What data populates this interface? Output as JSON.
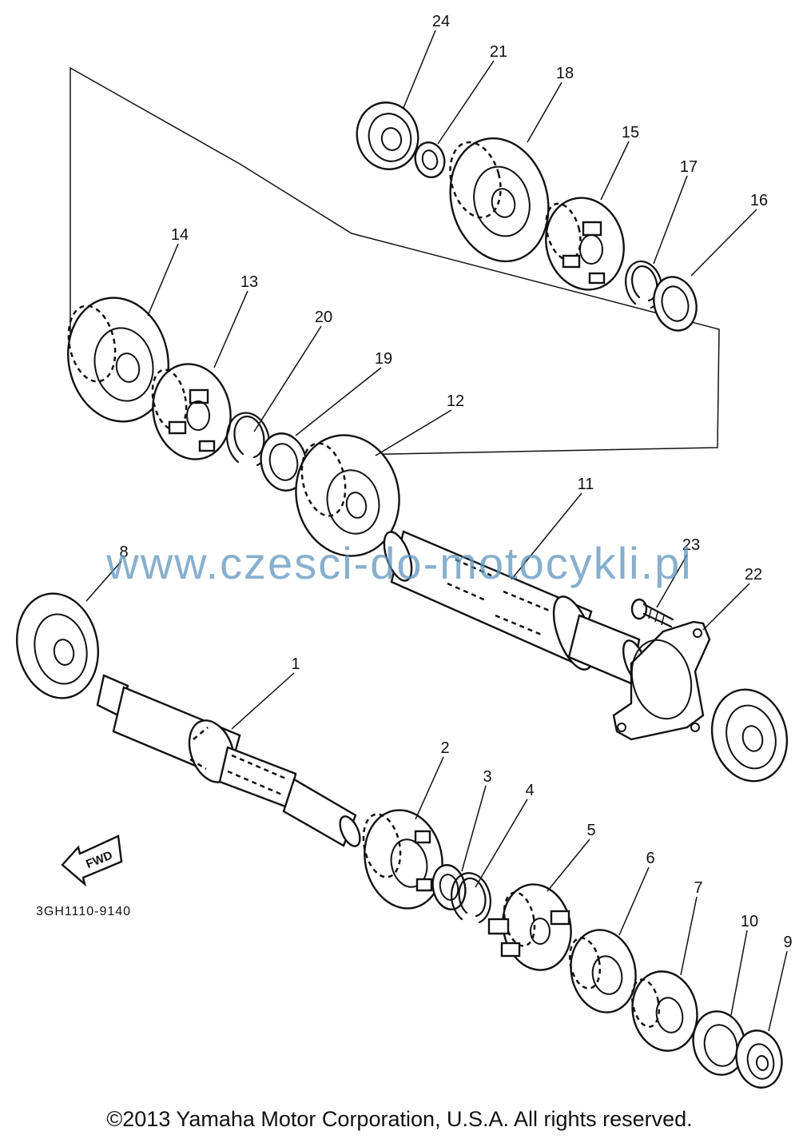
{
  "callouts": {
    "p1": "1",
    "p2": "2",
    "p3": "3",
    "p4": "4",
    "p5": "5",
    "p6": "6",
    "p7": "7",
    "p8": "8",
    "p9": "9",
    "p10": "10",
    "p11": "11",
    "p12": "12",
    "p13": "13",
    "p14": "14",
    "p15": "15",
    "p16": "16",
    "p17": "17",
    "p18": "18",
    "p19": "19",
    "p20": "20",
    "p21": "21",
    "p22": "22",
    "p23": "23",
    "p24": "24"
  },
  "fwd_label": "FWD",
  "diagram_code": "3GH1110-9140",
  "watermark": "www.czesci-do-motocykli.pl",
  "copyright": "©2013 Yamaha Motor Corporation, U.S.A. All rights reserved."
}
